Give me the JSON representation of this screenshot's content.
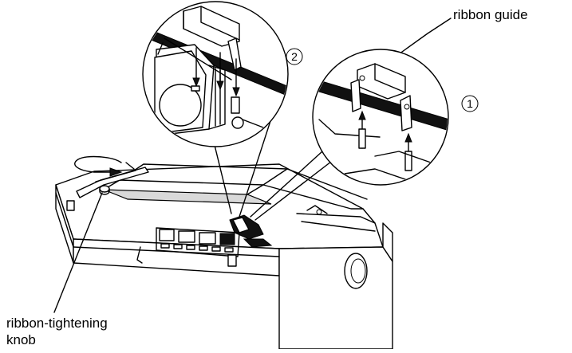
{
  "labels": {
    "ribbon_guide": "ribbon guide",
    "knob_line1": "ribbon-tightening",
    "knob_line2": "knob"
  },
  "steps": {
    "step1": "1",
    "step2": "2"
  }
}
